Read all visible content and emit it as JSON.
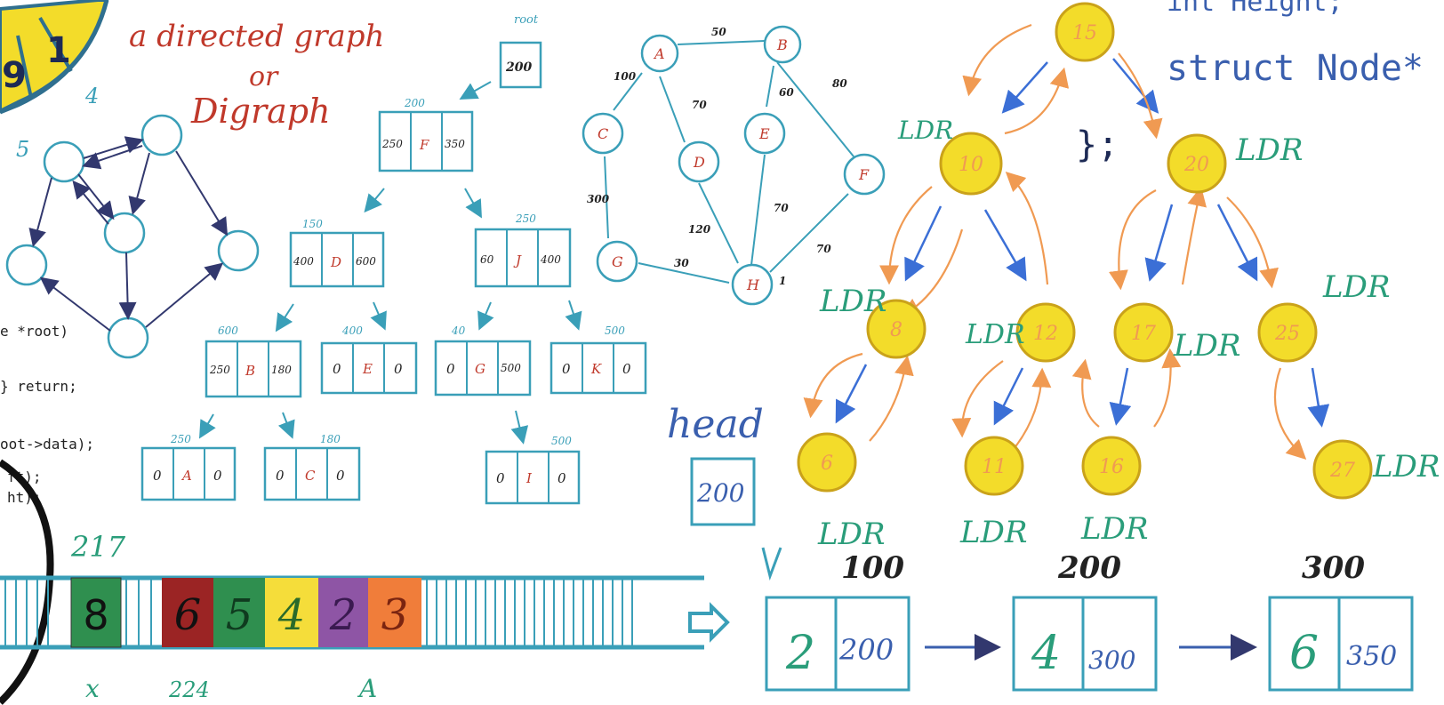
{
  "colors": {
    "teal": "#3a9fb8",
    "red": "#c0392b",
    "yellow": "#f3dc2a",
    "yellowEdge": "#caa21a",
    "navy": "#32386e",
    "blue": "#3b6fd6",
    "orange": "#f09a52",
    "green": "#1f8a56",
    "darkRed": "#9b2424",
    "purple": "#8e55a5",
    "cellOrange": "#f07d3a",
    "cellGreen": "#2f8f4f",
    "cellYellow": "#f5dd3a"
  },
  "ring": {
    "labels": [
      "9",
      "1",
      "4",
      "5"
    ]
  },
  "digraph_title": {
    "line1": "a directed graph",
    "line2": "or",
    "line3": "Digraph"
  },
  "code_fragments": {
    "c1": "e *root)",
    "c2": "} return;",
    "c3": "oot->data);",
    "c4": "ft);",
    "c5": "ht);"
  },
  "code_top": {
    "struct": "struct Node*",
    "brace": "};",
    "line0": "int Height;"
  },
  "weighted_graph": {
    "nodes": {
      "A": "A",
      "B": "B",
      "C": "C",
      "D": "D",
      "E": "E",
      "F": "F",
      "G": "G",
      "H": "H"
    },
    "weights": {
      "ab": "50",
      "ac": "100",
      "ad": "70",
      "be": "60",
      "bf": "80",
      "cg": "300",
      "dh": "120",
      "eh": "70",
      "fh": "70",
      "gh": "30",
      "fn": "1"
    }
  },
  "binary_tree_linked": {
    "root_label": "root",
    "root_value": "200",
    "n1": {
      "addr": "200",
      "l": "250",
      "d": "F",
      "r": "350"
    },
    "n2": {
      "addr": "150",
      "l": "400",
      "d": "D",
      "r": "600"
    },
    "n3": {
      "addr": "250",
      "l": "60",
      "d": "J",
      "r": "400"
    },
    "n4": {
      "addr": "600",
      "l": "250",
      "d": "B",
      "r": "180"
    },
    "n5": {
      "addr": "400",
      "l": "0",
      "d": "E",
      "r": "0"
    },
    "n6": {
      "addr": "40",
      "l": "0",
      "d": "G",
      "r": "500"
    },
    "n7": {
      "addr": "500",
      "l": "0",
      "d": "K",
      "r": "0"
    },
    "n8": {
      "addr": "250",
      "l": "0",
      "d": "A",
      "r": "0"
    },
    "n9": {
      "addr": "180",
      "l": "0",
      "d": "C",
      "r": "0"
    },
    "n10": {
      "addr": "500",
      "l": "0",
      "d": "I",
      "r": "0"
    }
  },
  "bst": {
    "n15": "15",
    "n10": "10",
    "n20": "20",
    "n8": "8",
    "n12": "12",
    "n17": "17",
    "n25": "25",
    "n6": "6",
    "n11": "11",
    "n16": "16",
    "n27": "27",
    "ldr": "LDR",
    "ldr_partial": "LDR",
    "ldr_side": "LDR"
  },
  "linked_list": {
    "head": "head",
    "head_val": "200",
    "addr1": "100",
    "addr2": "200",
    "addr3": "300",
    "node1": {
      "data": "2",
      "next": "200"
    },
    "node2": {
      "data": "4",
      "next": "300"
    },
    "node3": {
      "data": "6",
      "next": "350"
    }
  },
  "array": {
    "addr_top": "217",
    "sub_x": "x",
    "addr_bottom": "224",
    "sub_a": "A",
    "single": "8",
    "cells": [
      "6",
      "5",
      "4",
      "2",
      "3"
    ]
  }
}
